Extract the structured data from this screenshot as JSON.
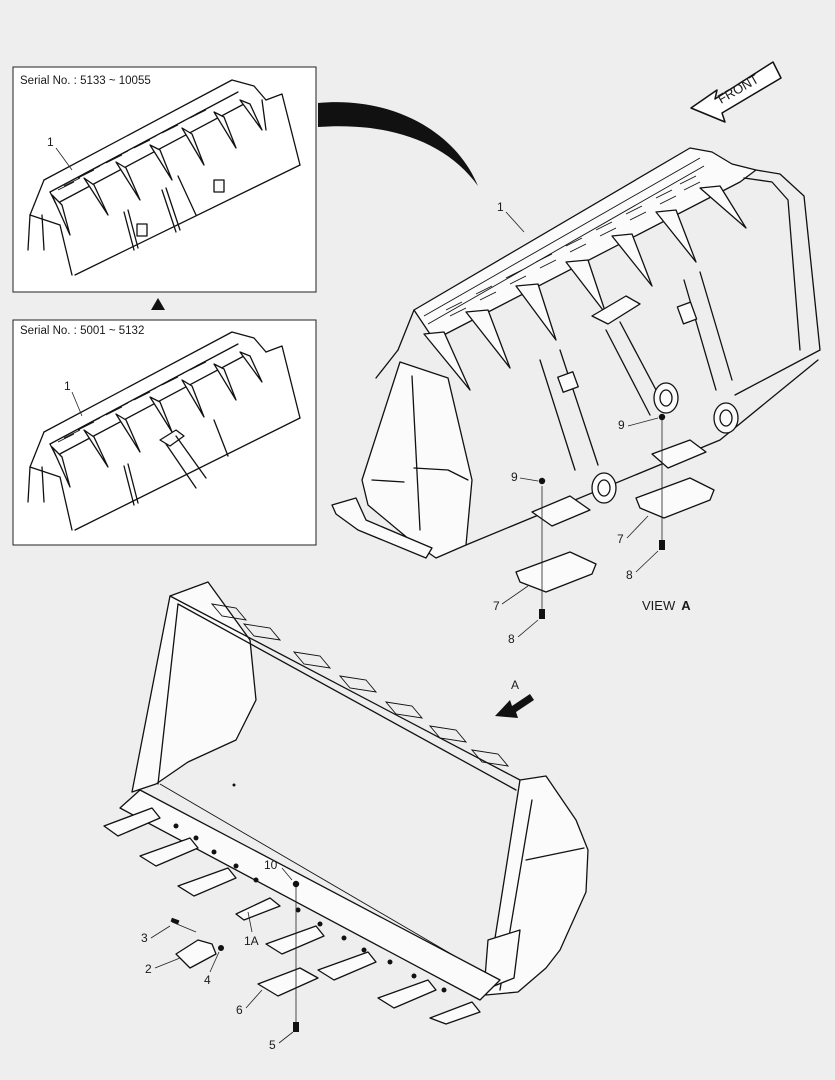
{
  "insets": [
    {
      "serial_label": "Serial No. : 5133 ~ 10055",
      "callout": "1"
    },
    {
      "serial_label": "Serial No. : 5001 ~ 5132",
      "callout": "1"
    }
  ],
  "front_label": "FRONT",
  "view_label": {
    "prefix": "VIEW",
    "letter": "A"
  },
  "view_arrow_label": "A",
  "callouts": {
    "c1": "1",
    "c9a": "9",
    "c9b": "9",
    "c7a": "7",
    "c7b": "7",
    "c8a": "8",
    "c8b": "8",
    "c10": "10",
    "c1a": "1A",
    "c2": "2",
    "c3": "3",
    "c4": "4",
    "c5": "5",
    "c6": "6"
  },
  "colors": {
    "background": "#eeeeee",
    "line": "#111111",
    "panel": "#ffffff"
  }
}
